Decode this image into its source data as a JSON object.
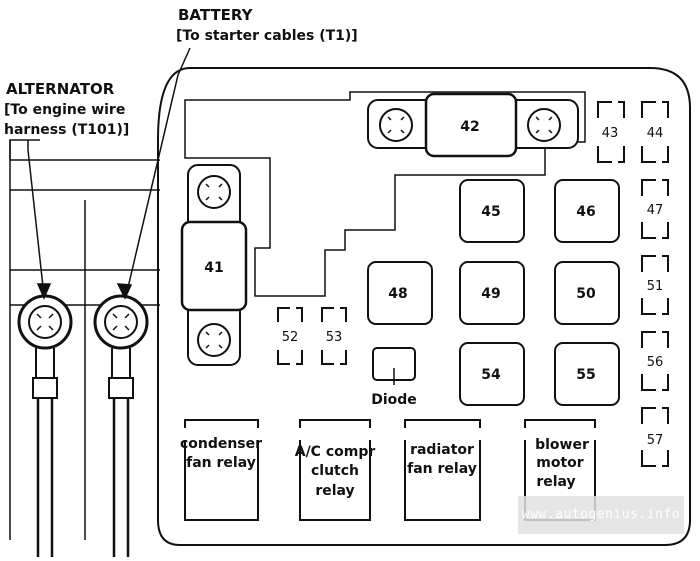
{
  "labels": {
    "battery": "BATTERY",
    "battery_note": "[To starter cables (T1)]",
    "alternator": "ALTERNATOR",
    "alternator_note1": "[To engine wire",
    "alternator_note2": "harness (T101)]",
    "diode": "Diode"
  },
  "fuses": {
    "f41": "41",
    "f42": "42",
    "f43": "43",
    "f44": "44",
    "f45": "45",
    "f46": "46",
    "f47": "47",
    "f48": "48",
    "f49": "49",
    "f50": "50",
    "f51": "51",
    "f52": "52",
    "f53": "53",
    "f54": "54",
    "f55": "55",
    "f56": "56",
    "f57": "57"
  },
  "relays": {
    "condenser": [
      "condenser",
      "fan relay"
    ],
    "ac": [
      "A/C compr",
      "clutch",
      "relay"
    ],
    "radiator": [
      "radiator",
      "fan relay"
    ],
    "blower": [
      "blower",
      "motor",
      "relay"
    ]
  },
  "watermark": "www.autogenius.info",
  "colors": {
    "line": "#111111",
    "background": "#ffffff"
  }
}
